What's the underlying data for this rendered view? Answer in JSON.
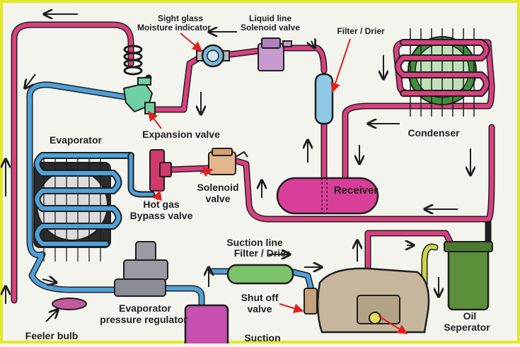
{
  "colors": {
    "frame": "#e3e82a",
    "liquid_line": "#d8407e",
    "suction_line": "#4fa0d8",
    "oil_line": "#c9d64a",
    "receiver": "#d93f98",
    "evaporator_fan": "#3d8f3a",
    "arrow_red": "#e02020"
  },
  "labels": {
    "sight_glass": [
      "Sight glass",
      "Moisture indicator"
    ],
    "liquid_line_solenoid": [
      "Liquid line",
      "Solenoid valve"
    ],
    "filter_drier": "Filter / Drier",
    "expansion_valve": "Expansion valve",
    "evaporator": "Evaporator",
    "condenser": "Condenser",
    "receiver": "Receiver",
    "solenoid_valve": [
      "Solenoid",
      "valve"
    ],
    "hot_gas_bypass": [
      "Hot gas",
      "Bypass valve"
    ],
    "suction_filter": [
      "Suction line",
      "Filter / Drier"
    ],
    "shut_off_valve": [
      "Shut off",
      "valve"
    ],
    "evaporator_regulator": [
      "Evaporator",
      "pressure regulator"
    ],
    "oil_separator": [
      "Oil",
      "Seperator"
    ],
    "feeler_bulb": "Feeler bulb",
    "suction": "Suction"
  }
}
